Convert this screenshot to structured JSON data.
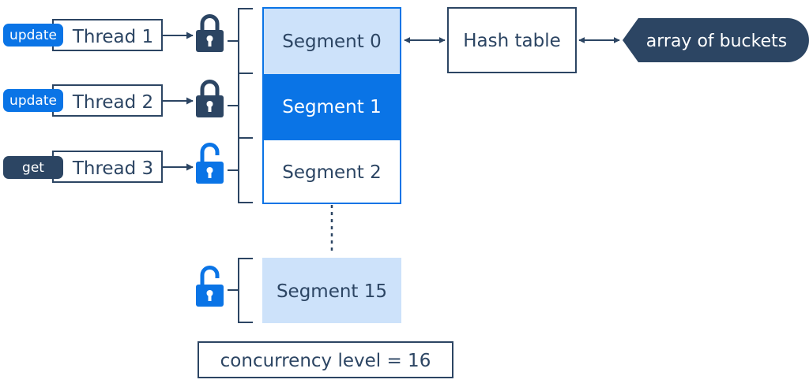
{
  "threads": [
    {
      "op": "update",
      "label": "Thread 1",
      "lock": "locked-padlock-icon"
    },
    {
      "op": "update",
      "label": "Thread 2",
      "lock": "locked-padlock-icon"
    },
    {
      "op": "get",
      "label": "Thread 3",
      "lock": "unlocked-padlock-icon"
    }
  ],
  "segments": [
    {
      "label": "Segment 0",
      "state": "light"
    },
    {
      "label": "Segment 1",
      "state": "active"
    },
    {
      "label": "Segment 2",
      "state": "white"
    }
  ],
  "last_segment": {
    "label": "Segment 15",
    "lock": "unlocked-padlock-icon"
  },
  "hash_table": "Hash table",
  "buckets": "array of buckets",
  "concurrency": "concurrency level = 16",
  "colors": {
    "navy": "#2c4563",
    "blue": "#0a74e6",
    "light_blue": "#cde2fa",
    "white": "#ffffff"
  }
}
